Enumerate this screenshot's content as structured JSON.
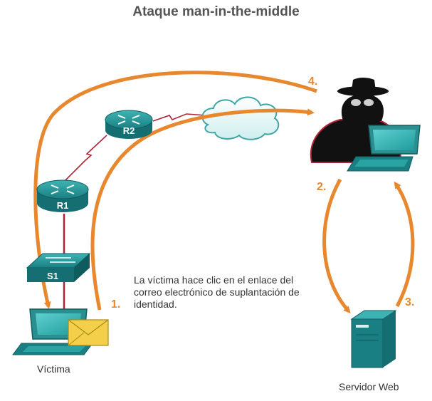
{
  "title": "Ataque man-in-the-middle",
  "devices": {
    "router_r1": "R1",
    "router_r2": "R2",
    "switch_s1": "S1",
    "victim_label": "Víctima",
    "server_label": "Servidor Web"
  },
  "steps": {
    "step1": "1.",
    "step2": "2.",
    "step3": "3.",
    "step4": "4."
  },
  "description": {
    "line1": "La víctima hace clic en el enlace del",
    "line2": "correo electrónico de suplantación de",
    "line3": "identidad."
  },
  "colors": {
    "arrow": "#e8882e",
    "device_teal": "#1f8a8c",
    "link_red": "#b0243a",
    "text": "#333333"
  }
}
